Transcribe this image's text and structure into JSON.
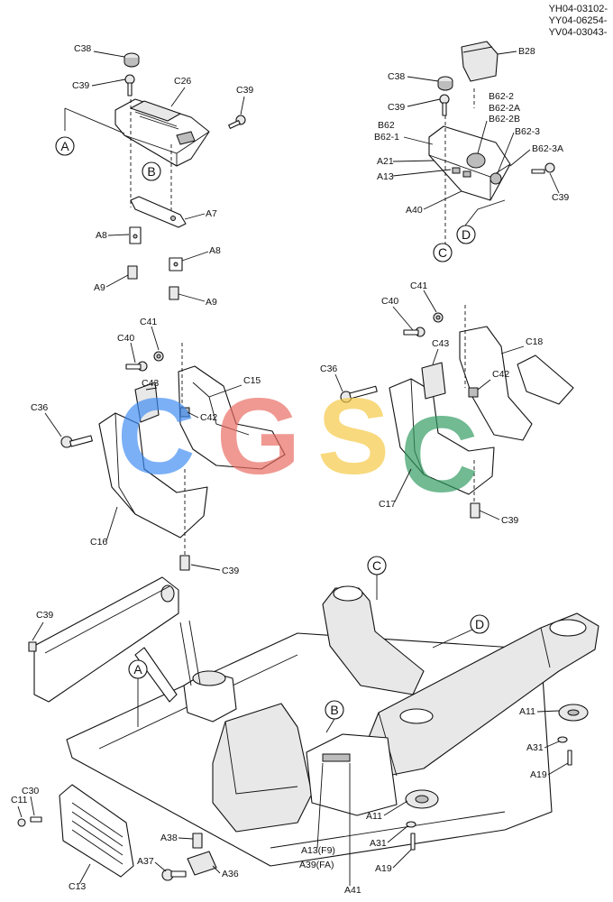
{
  "header": {
    "codes": [
      "YH04-03102-",
      "YY04-06254-",
      "YV04-03043-"
    ]
  },
  "watermark": {
    "letters": [
      "C",
      "G",
      "S",
      "C"
    ],
    "colors": [
      "#3d8bf2",
      "#e8695f",
      "#f5c842",
      "#2f9a5f"
    ]
  },
  "refs": {
    "A": "A",
    "B": "B",
    "C": "C",
    "D": "D"
  },
  "labels": {
    "C38a": "C38",
    "C39a": "C39",
    "C26": "C26",
    "C39b": "C39",
    "A7": "A7",
    "A8a": "A8",
    "A8b": "A8",
    "A9a": "A9",
    "A9b": "A9",
    "C38b": "C38",
    "C39c": "C39",
    "B28": "B28",
    "B62_2": "B62-2",
    "B62_2A": "B62-2A",
    "B62_2B": "B62-2B",
    "B62_3": "B62-3",
    "B62": "B62",
    "B62_1": "B62-1",
    "B62_3A": "B62-3A",
    "A21": "A21",
    "A13a": "A13",
    "C39d": "C39",
    "A40": "A40",
    "C40a": "C40",
    "C41a": "C41",
    "C43a": "C43",
    "C15": "C15",
    "C42a": "C42",
    "C36a": "C36",
    "C16": "C16",
    "C39e": "C39",
    "C40b": "C40",
    "C41b": "C41",
    "C43b": "C43",
    "C18": "C18",
    "C42b": "C42",
    "C36b": "C36",
    "C17": "C17",
    "C39f": "C39",
    "C39g": "C39",
    "A11a": "A11",
    "A31a": "A31",
    "A19a": "A19",
    "A11b": "A11",
    "A31b": "A31",
    "A19b": "A19",
    "C30": "C30",
    "C11": "C11",
    "C13": "C13",
    "A38": "A38",
    "A37": "A37",
    "A36": "A36",
    "A13F9": "A13(F9)",
    "A39FA": "A39(FA)",
    "A41": "A41"
  }
}
